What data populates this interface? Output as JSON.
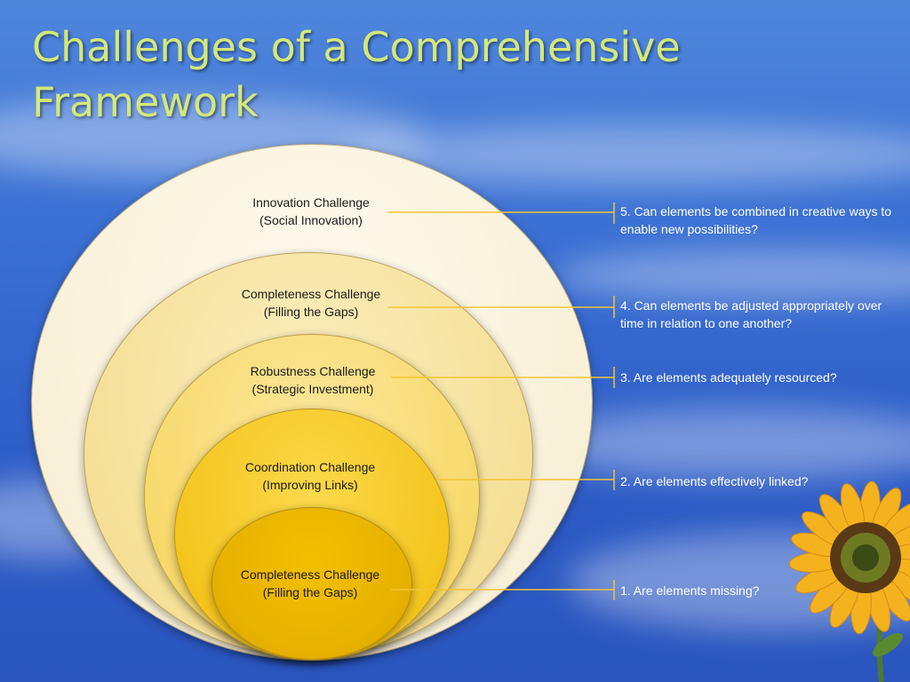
{
  "title": {
    "line1": "Challenges of a Comprehensive",
    "line2": "Framework"
  },
  "rings": [
    {
      "name": "Innovation Challenge",
      "sub": "(Social Innovation)"
    },
    {
      "name": "Completeness Challenge",
      "sub": "(Filling the Gaps)"
    },
    {
      "name": "Robustness Challenge",
      "sub": "(Strategic Investment)"
    },
    {
      "name": "Coordination Challenge",
      "sub": "(Improving Links)"
    },
    {
      "name": "Completeness Challenge",
      "sub": "(Filling the Gaps)"
    }
  ],
  "questions": [
    "5.  Can elements be combined in creative ways to enable new possibilities?",
    "4.  Can elements be adjusted appropriately over time in relation to one another?",
    "3.  Are elements adequately resourced?",
    "2.  Are elements effectively linked?",
    "1.  Are elements missing?"
  ],
  "colors": {
    "title": "#d4e87a",
    "connector": "#f2c533",
    "ring_outer": "#fbf5e3",
    "ring_inner": "#e6b000"
  },
  "decor": {
    "corner_flower": "sunflower-image"
  }
}
